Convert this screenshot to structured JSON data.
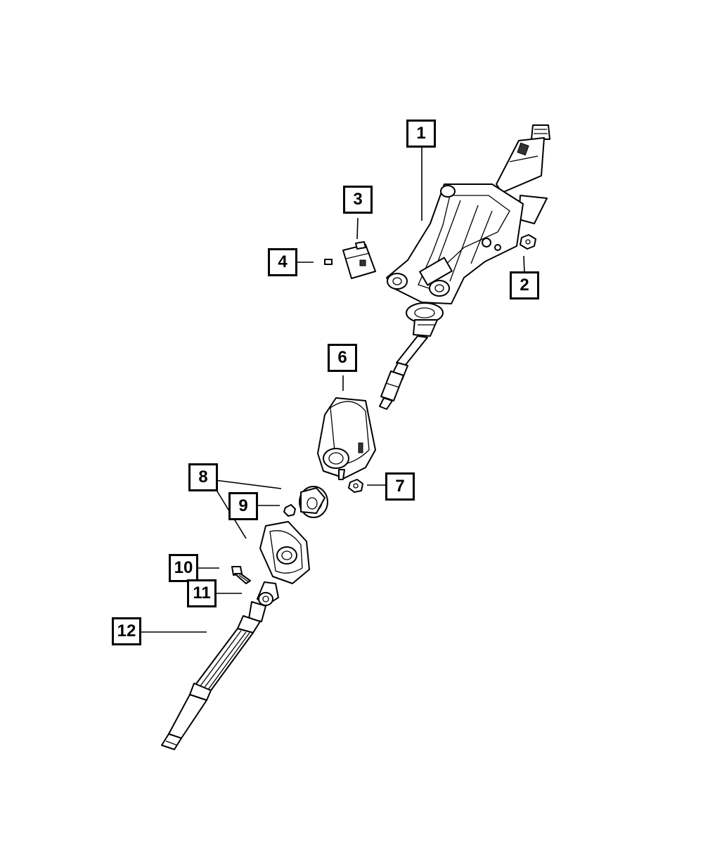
{
  "diagram": {
    "callouts": [
      {
        "id": "1",
        "label": "1"
      },
      {
        "id": "2",
        "label": "2"
      },
      {
        "id": "3",
        "label": "3"
      },
      {
        "id": "4",
        "label": "4"
      },
      {
        "id": "6",
        "label": "6"
      },
      {
        "id": "7",
        "label": "7"
      },
      {
        "id": "8",
        "label": "8"
      },
      {
        "id": "9",
        "label": "9"
      },
      {
        "id": "10",
        "label": "10"
      },
      {
        "id": "11",
        "label": "11"
      },
      {
        "id": "12",
        "label": "12"
      }
    ],
    "colors": {
      "line": "#000000",
      "background": "#ffffff"
    }
  }
}
